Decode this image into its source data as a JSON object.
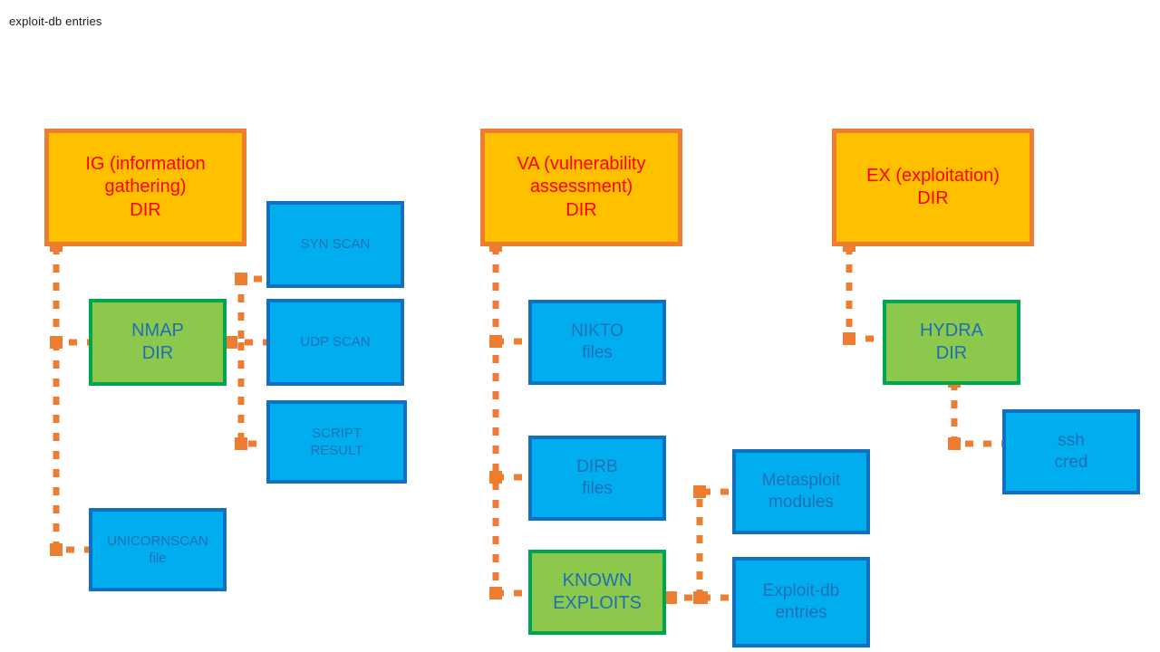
{
  "caption": "exploit-db entries",
  "colors": {
    "orange_fill": "#FFC000",
    "orange_border": "#ED7D31",
    "orange_text": "#FF0000",
    "green_fill": "#8CC84B",
    "green_border": "#00A64F",
    "blue_fill": "#00AEEF",
    "blue_border": "#1170BF",
    "node_text_blue": "#1F6FB5",
    "connector": "#ED7D31",
    "background": "#FFFFFF"
  },
  "diagram": {
    "type": "tree",
    "columns": [
      {
        "name": "information-gathering",
        "root": {
          "id": "ig-dir",
          "lines": [
            "IG (information",
            "gathering)",
            "DIR"
          ],
          "style": "orange"
        },
        "children": [
          {
            "id": "nmap-dir",
            "lines": [
              "NMAP",
              "DIR"
            ],
            "style": "green",
            "children": [
              {
                "id": "syn-scan",
                "lines": [
                  "SYN SCAN"
                ],
                "style": "blue"
              },
              {
                "id": "udp-scan",
                "lines": [
                  "UDP SCAN"
                ],
                "style": "blue"
              },
              {
                "id": "script-result",
                "lines": [
                  "SCRIPT",
                  "RESULT"
                ],
                "style": "blue"
              }
            ]
          },
          {
            "id": "unicornscan-file",
            "lines": [
              "UNICORNSCAN",
              "file"
            ],
            "style": "blue"
          }
        ]
      },
      {
        "name": "vulnerability-assessment",
        "root": {
          "id": "va-dir",
          "lines": [
            "VA (vulnerability",
            "assessment)",
            "DIR"
          ],
          "style": "orange"
        },
        "children": [
          {
            "id": "nikto-files",
            "lines": [
              "NIKTO",
              "files"
            ],
            "style": "blue"
          },
          {
            "id": "dirb-files",
            "lines": [
              "DIRB",
              "files"
            ],
            "style": "blue"
          },
          {
            "id": "known-exploits",
            "lines": [
              "KNOWN",
              "EXPLOITS"
            ],
            "style": "green",
            "children": [
              {
                "id": "metasploit-modules",
                "lines": [
                  "Metasploit",
                  "modules"
                ],
                "style": "blue"
              },
              {
                "id": "exploit-db-entries",
                "lines": [
                  "Exploit-db",
                  "entries"
                ],
                "style": "blue"
              }
            ]
          }
        ]
      },
      {
        "name": "exploitation",
        "root": {
          "id": "ex-dir",
          "lines": [
            "EX (exploitation)",
            "DIR"
          ],
          "style": "orange"
        },
        "children": [
          {
            "id": "hydra-dir",
            "lines": [
              "HYDRA",
              "DIR"
            ],
            "style": "green",
            "children": [
              {
                "id": "ssh-cred",
                "lines": [
                  "ssh",
                  "cred"
                ],
                "style": "blue"
              }
            ]
          }
        ]
      }
    ]
  },
  "nodes": {
    "ig_dir": {
      "l1": "IG (information",
      "l2": "gathering)",
      "l3": "DIR"
    },
    "va_dir": {
      "l1": "VA (vulnerability",
      "l2": "assessment)",
      "l3": "DIR"
    },
    "ex_dir": {
      "l1": "EX (exploitation)",
      "l2": "DIR"
    },
    "nmap": {
      "l1": "NMAP",
      "l2": "DIR"
    },
    "syn_scan": {
      "l1": "SYN SCAN"
    },
    "udp_scan": {
      "l1": "UDP SCAN"
    },
    "script_res": {
      "l1": "SCRIPT",
      "l2": "RESULT"
    },
    "unicorn": {
      "l1": "UNICORNSCAN",
      "l2": "file"
    },
    "nikto": {
      "l1": "NIKTO",
      "l2": "files"
    },
    "dirb": {
      "l1": "DIRB",
      "l2": "files"
    },
    "known_expl": {
      "l1": "KNOWN",
      "l2": "EXPLOITS"
    },
    "metasploit": {
      "l1": "Metasploit",
      "l2": "modules"
    },
    "exploitdb": {
      "l1": "Exploit-db",
      "l2": "entries"
    },
    "hydra": {
      "l1": "HYDRA",
      "l2": "DIR"
    },
    "ssh_cred": {
      "l1": "ssh",
      "l2": "cred"
    }
  }
}
